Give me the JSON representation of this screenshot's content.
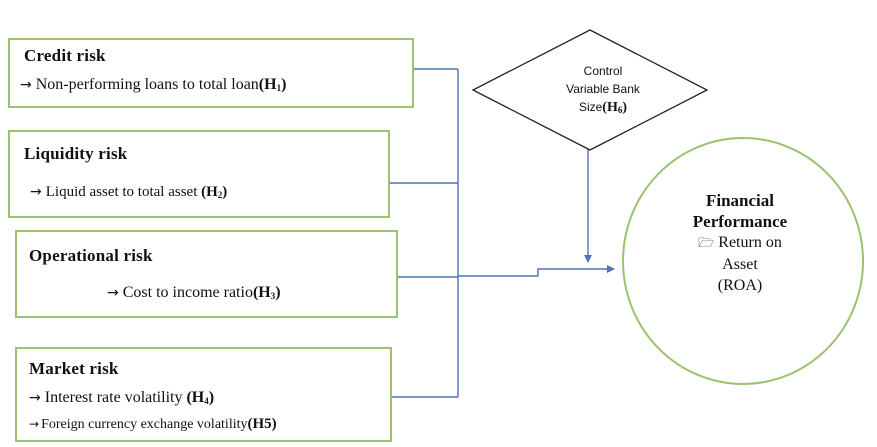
{
  "colors": {
    "box_border": "#9bc26f",
    "connector": "#4f73b6",
    "shape_stroke": "#222222"
  },
  "risks": [
    {
      "title": "Credit risk",
      "items": [
        {
          "icon": "arrow-right-icon",
          "text": "Non-performing loans to total loan",
          "hypothesis": "H",
          "sub": "1",
          "tail": ""
        }
      ]
    },
    {
      "title": "Liquidity risk",
      "items": [
        {
          "icon": "arrow-right-icon",
          "text": "Liquid asset to total asset ",
          "hypothesis": "(H",
          "sub": "2",
          "tail": ")"
        }
      ]
    },
    {
      "title": "Operational risk",
      "items": [
        {
          "icon": "arrow-right-icon",
          "text": "Cost to income ratio",
          "hypothesis": "(H",
          "sub": "3",
          "tail": ")"
        }
      ]
    },
    {
      "title": "Market risk",
      "items": [
        {
          "icon": "arrow-right-icon",
          "text": "Interest rate volatility ",
          "hypothesis": "(H",
          "sub": "4",
          "tail": ")"
        },
        {
          "icon": "arrow-right-icon",
          "text": "Foreign currency exchange volatility",
          "hypothesis": "(H5)",
          "sub": "",
          "tail": ""
        }
      ]
    }
  ],
  "control": {
    "line1": "Control",
    "line2": "Variable Bank",
    "line3_text": "Size",
    "line3_hyp": "(H",
    "line3_sub": "6",
    "line3_tail": ")"
  },
  "outcome": {
    "title_line1": "Financial",
    "title_line2": "Performance",
    "icon": "folder-icon",
    "line3": "Return on",
    "line4": "Asset",
    "line5": "(ROA)"
  }
}
